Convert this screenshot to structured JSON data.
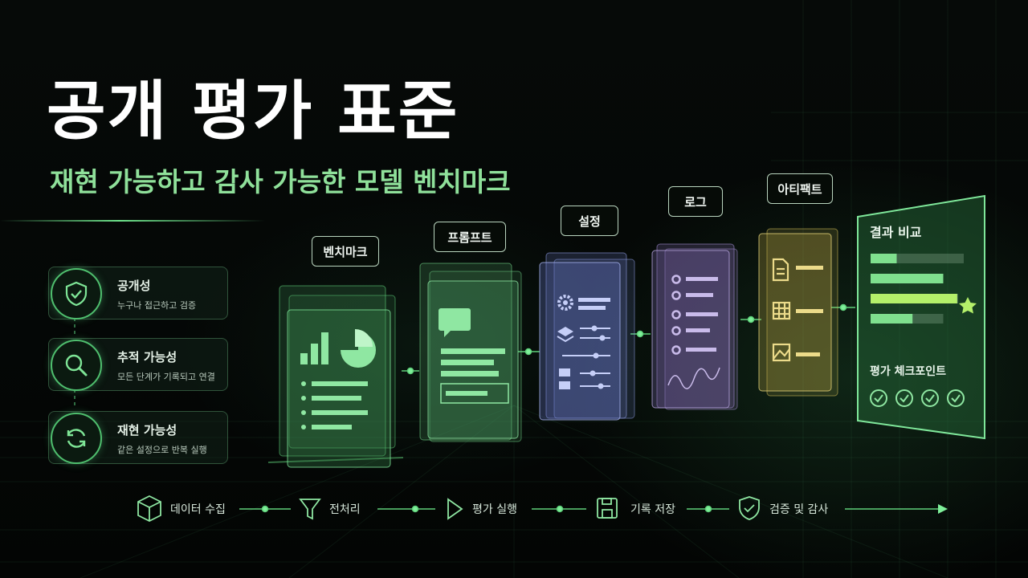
{
  "title": "공개 평가 표준",
  "subtitle": "재현 가능하고 감사 가능한 모델 벤치마크",
  "principles": [
    {
      "title": "공개성",
      "description": "누구나 접근하고 검증",
      "icon": "shield-check-icon"
    },
    {
      "title": "추적 가능성",
      "description": "모든 단계가 기록되고 연결",
      "icon": "magnifier-icon"
    },
    {
      "title": "재현 가능성",
      "description": "같은 설정으로 반복 실행",
      "icon": "refresh-icon"
    }
  ],
  "stages": [
    {
      "label": "벤치마크",
      "color": "#5fd07a"
    },
    {
      "label": "프롬프트",
      "color": "#6fd086"
    },
    {
      "label": "설정",
      "color": "#7f8fd8"
    },
    {
      "label": "로그",
      "color": "#9a84c8"
    },
    {
      "label": "아티팩트",
      "color": "#d8c35a"
    }
  ],
  "results": {
    "title": "결과 비교",
    "bars": [
      0.28,
      0.78,
      0.93,
      0.45
    ],
    "checkpoints_label": "평가 체크포인트",
    "checkpoint_count": 4
  },
  "flow": [
    {
      "label": "데이터 수집",
      "icon": "cube-icon"
    },
    {
      "label": "전처리",
      "icon": "funnel-icon"
    },
    {
      "label": "평가 실행",
      "icon": "play-icon"
    },
    {
      "label": "기록 저장",
      "icon": "save-icon"
    },
    {
      "label": "검증 및 감사",
      "icon": "shield-check-icon"
    }
  ]
}
